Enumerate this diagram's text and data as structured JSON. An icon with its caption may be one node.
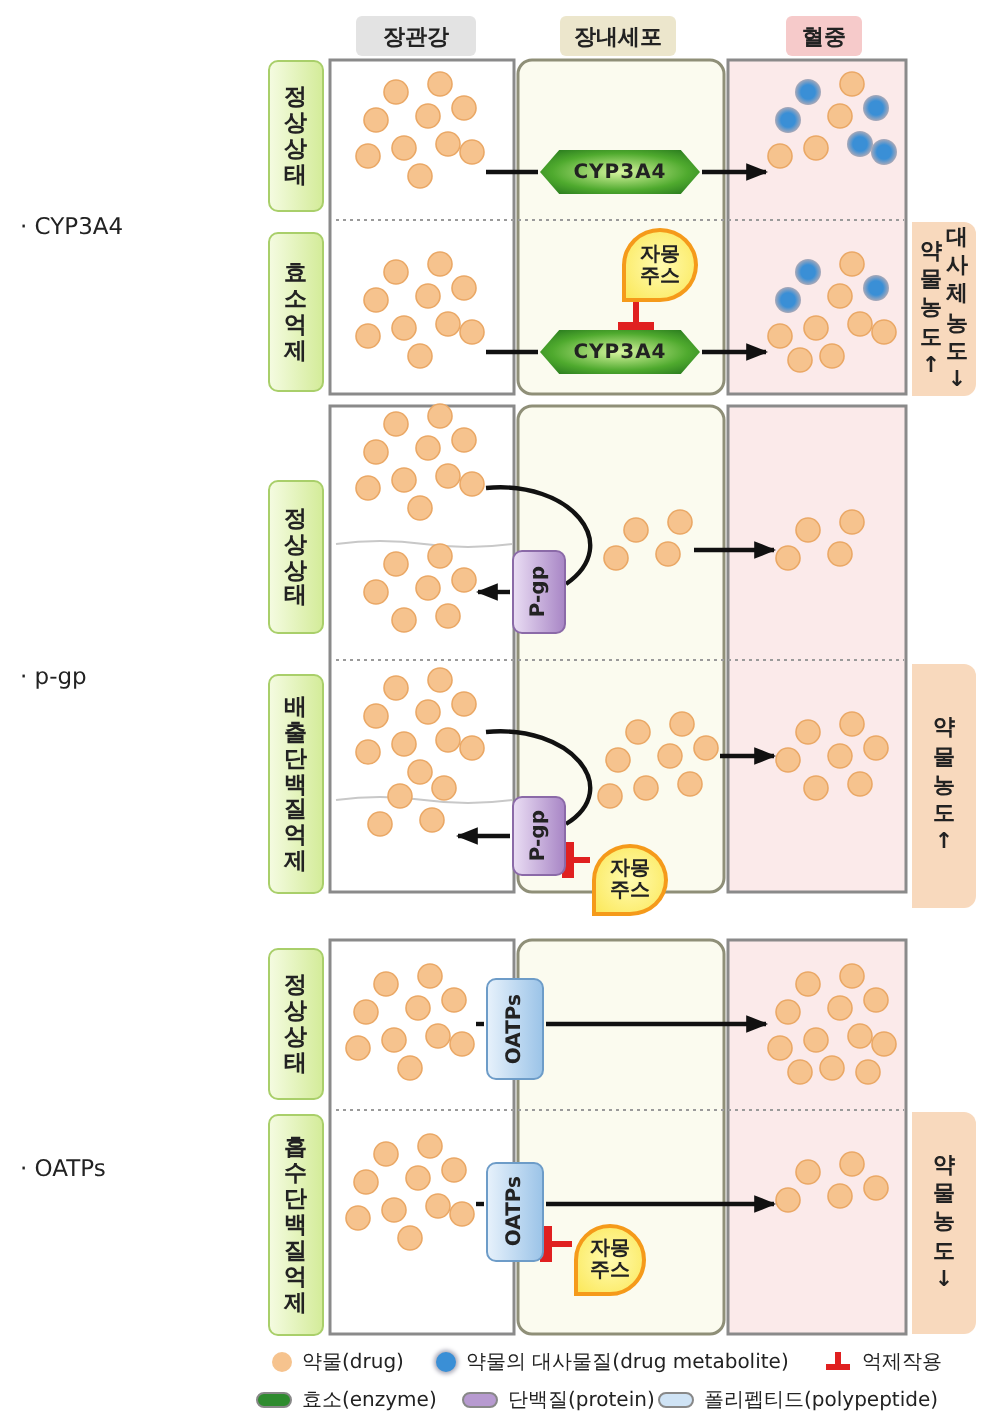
{
  "diagram": {
    "nodes": [
      {
        "text": [
          "장관강"
        ]
      },
      {
        "text": [
          "장내세포"
        ]
      },
      {
        "text": [
          "혈중"
        ]
      },
      {
        "text": [
          "정상 상태"
        ]
      },
      {
        "text": [
          "CYP3A4"
        ]
      },
      {
        "text": [
          "효소 억제"
        ]
      },
      {
        "text": [
          "자몽 주스"
        ]
      },
      {
        "text": [
          "CYP3A4"
        ]
      },
      {
        "text": [
          "약물농도↑",
          "대사체농도↓"
        ]
      },
      {
        "text": [
          "정상 상태"
        ]
      },
      {
        "text": [
          "P-gp"
        ]
      },
      {
        "text": [
          "배출단백질 억제"
        ]
      },
      {
        "text": [
          "P-gp"
        ]
      },
      {
        "text": [
          "자몽 주스"
        ]
      },
      {
        "text": [
          "약물농도↑"
        ]
      },
      {
        "text": [
          "정상 상태"
        ]
      },
      {
        "text": [
          "OATPs"
        ]
      },
      {
        "text": [
          "흡수단백질 억제"
        ]
      },
      {
        "text": [
          "OATPs"
        ]
      },
      {
        "text": [
          "자몽 주스"
        ]
      },
      {
        "text": [
          "약물농도↓"
        ]
      },
      {
        "text": [],
        "shape": "dots"
      },
      {
        "text": [],
        "shape": "dots"
      },
      {
        "text": [],
        "shape": "dots"
      },
      {
        "text": [],
        "shape": "dots"
      },
      {
        "text": [],
        "shape": "dots"
      },
      {
        "text": [],
        "shape": "dots"
      },
      {
        "text": [],
        "shape": "dots"
      },
      {
        "text": [],
        "shape": "dots"
      },
      {
        "text": [],
        "shape": "dots"
      },
      {
        "text": [],
        "shape": "dots"
      },
      {
        "text": [],
        "shape": "dots"
      },
      {
        "text": [],
        "shape": "dots"
      },
      {
        "text": [],
        "shape": "dots"
      },
      {
        "text": [],
        "shape": "dots"
      },
      {
        "text": [],
        "shape": "dots"
      },
      {
        "text": [],
        "shape": "dots"
      }
    ],
    "edges": [
      {
        "from": 21,
        "to": 4,
        "arrow": "none"
      },
      {
        "from": 4,
        "to": 23,
        "arrow": "to"
      },
      {
        "from": 22,
        "to": 7,
        "arrow": "none"
      },
      {
        "from": 7,
        "to": 24,
        "arrow": "to"
      },
      {
        "from": 6,
        "to": 7,
        "arrow": "other",
        "color": "#e02020"
      },
      {
        "from": 25,
        "to": 10,
        "arrow": "none"
      },
      {
        "from": 10,
        "to": 26,
        "arrow": "to"
      },
      {
        "from": 29,
        "to": 31,
        "arrow": "to"
      },
      {
        "from": 27,
        "to": 12,
        "arrow": "none"
      },
      {
        "from": 12,
        "to": 28,
        "arrow": "to"
      },
      {
        "from": 30,
        "to": 32,
        "arrow": "to"
      },
      {
        "from": 13,
        "to": 12,
        "arrow": "other",
        "color": "#e02020"
      },
      {
        "from": 33,
        "to": 16,
        "arrow": "none"
      },
      {
        "from": 16,
        "to": 35,
        "arrow": "to"
      },
      {
        "from": 34,
        "to": 18,
        "arrow": "none"
      },
      {
        "from": 18,
        "to": 36,
        "arrow": "to"
      },
      {
        "from": 19,
        "to": 18,
        "arrow": "other",
        "color": "#e02020"
      }
    ],
    "labels": [
      "· CYP3A4",
      "· p-gp",
      "· OATPs"
    ],
    "legend": [
      {
        "text": "약물(drug)",
        "color": "#f6c38e"
      },
      {
        "text": "약물의 대사물질(drug metabolite)",
        "color": "#3a8fd6"
      },
      {
        "text": "억제작용"
      },
      {
        "text": "효소(enzyme)",
        "color": "#2e8b2e"
      },
      {
        "text": "단백질(protein)",
        "color": "#b79ad0"
      },
      {
        "text": "폴리펩티드(polypeptide)",
        "color": "#cfe3f5"
      }
    ]
  }
}
